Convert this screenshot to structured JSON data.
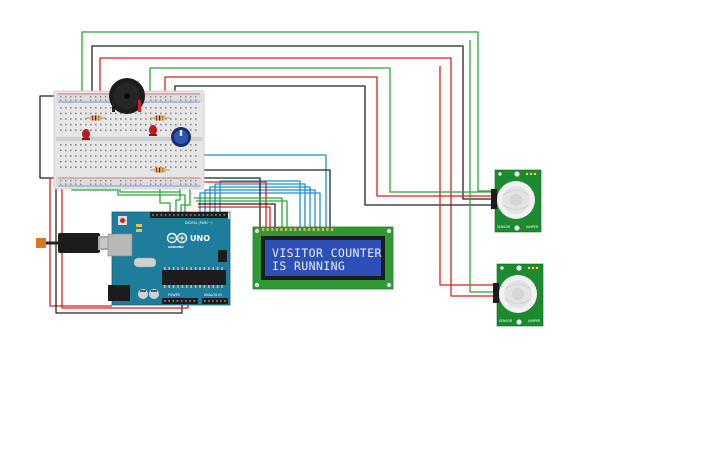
{
  "lcd": {
    "line1": "VISITOR COUNTER",
    "line2": "IS RUNNING"
  },
  "arduino": {
    "model_label": "UNO",
    "brand_label": "ARDUINO",
    "digital_label": "DIGITAL (PWM ~)",
    "power_label": "POWER",
    "analog_label": "ANALOG IN"
  },
  "pir_top": {
    "left_label": "SENSOR",
    "right_label": "JUMPER"
  },
  "pir_bottom": {
    "left_label": "SENSOR",
    "right_label": "JUMPER"
  },
  "colors": {
    "wire_green": "#2ea43a",
    "wire_red": "#d81f1f",
    "wire_black": "#222222",
    "wire_blue": "#1f8fc9",
    "board_teal": "#1e7d9a",
    "lcd_screen": "#2f4fb8",
    "lcd_pcb": "#2f9a35",
    "pir_pcb": "#1c8a2e"
  }
}
